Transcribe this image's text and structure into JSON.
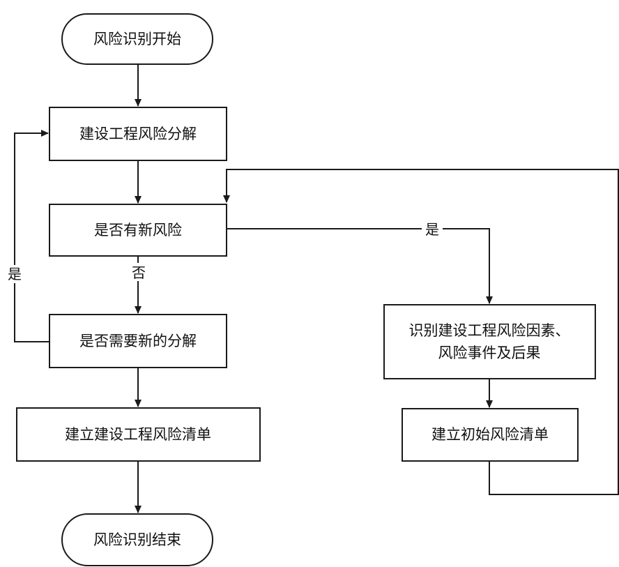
{
  "nodes": {
    "start": {
      "label": "风险识别开始"
    },
    "decompose": {
      "label": "建设工程风险分解"
    },
    "new_risk": {
      "label": "是否有新风险"
    },
    "need_decompose": {
      "label": "是否需要新的分解"
    },
    "build_list": {
      "label": "建立建设工程风险清单"
    },
    "end": {
      "label": "风险识别结束"
    },
    "identify": {
      "line1": "识别建设工程风险因素、",
      "line2": "风险事件及后果"
    },
    "initial_list": {
      "label": "建立初始风险清单"
    }
  },
  "edges": {
    "yes_new_risk": "是",
    "no_new_risk": "否",
    "yes_need_decompose": "是"
  },
  "colors": {
    "line": "#1a1a1a",
    "fill": "#ffffff",
    "text": "#111111"
  }
}
